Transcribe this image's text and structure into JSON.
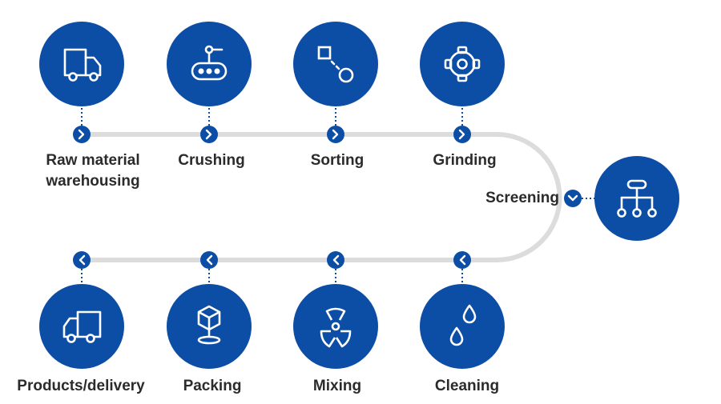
{
  "colors": {
    "circle": "#0c4ea6",
    "path": "#dcdcdc",
    "icon": "#ffffff",
    "text": "#2b2b2b"
  },
  "steps": [
    {
      "label": "Raw material\nwarehousing",
      "icon": "truck-icon"
    },
    {
      "label": "Crushing",
      "icon": "conveyor-icon"
    },
    {
      "label": "Sorting",
      "icon": "sorting-icon"
    },
    {
      "label": "Grinding",
      "icon": "gear-icon"
    },
    {
      "label": "Screening",
      "icon": "hierarchy-icon"
    },
    {
      "label": "Cleaning",
      "icon": "water-drops-icon"
    },
    {
      "label": "Mixing",
      "icon": "mixing-icon"
    },
    {
      "label": "Packing",
      "icon": "package-icon"
    },
    {
      "label": "Products/delivery",
      "icon": "delivery-truck-icon"
    }
  ]
}
